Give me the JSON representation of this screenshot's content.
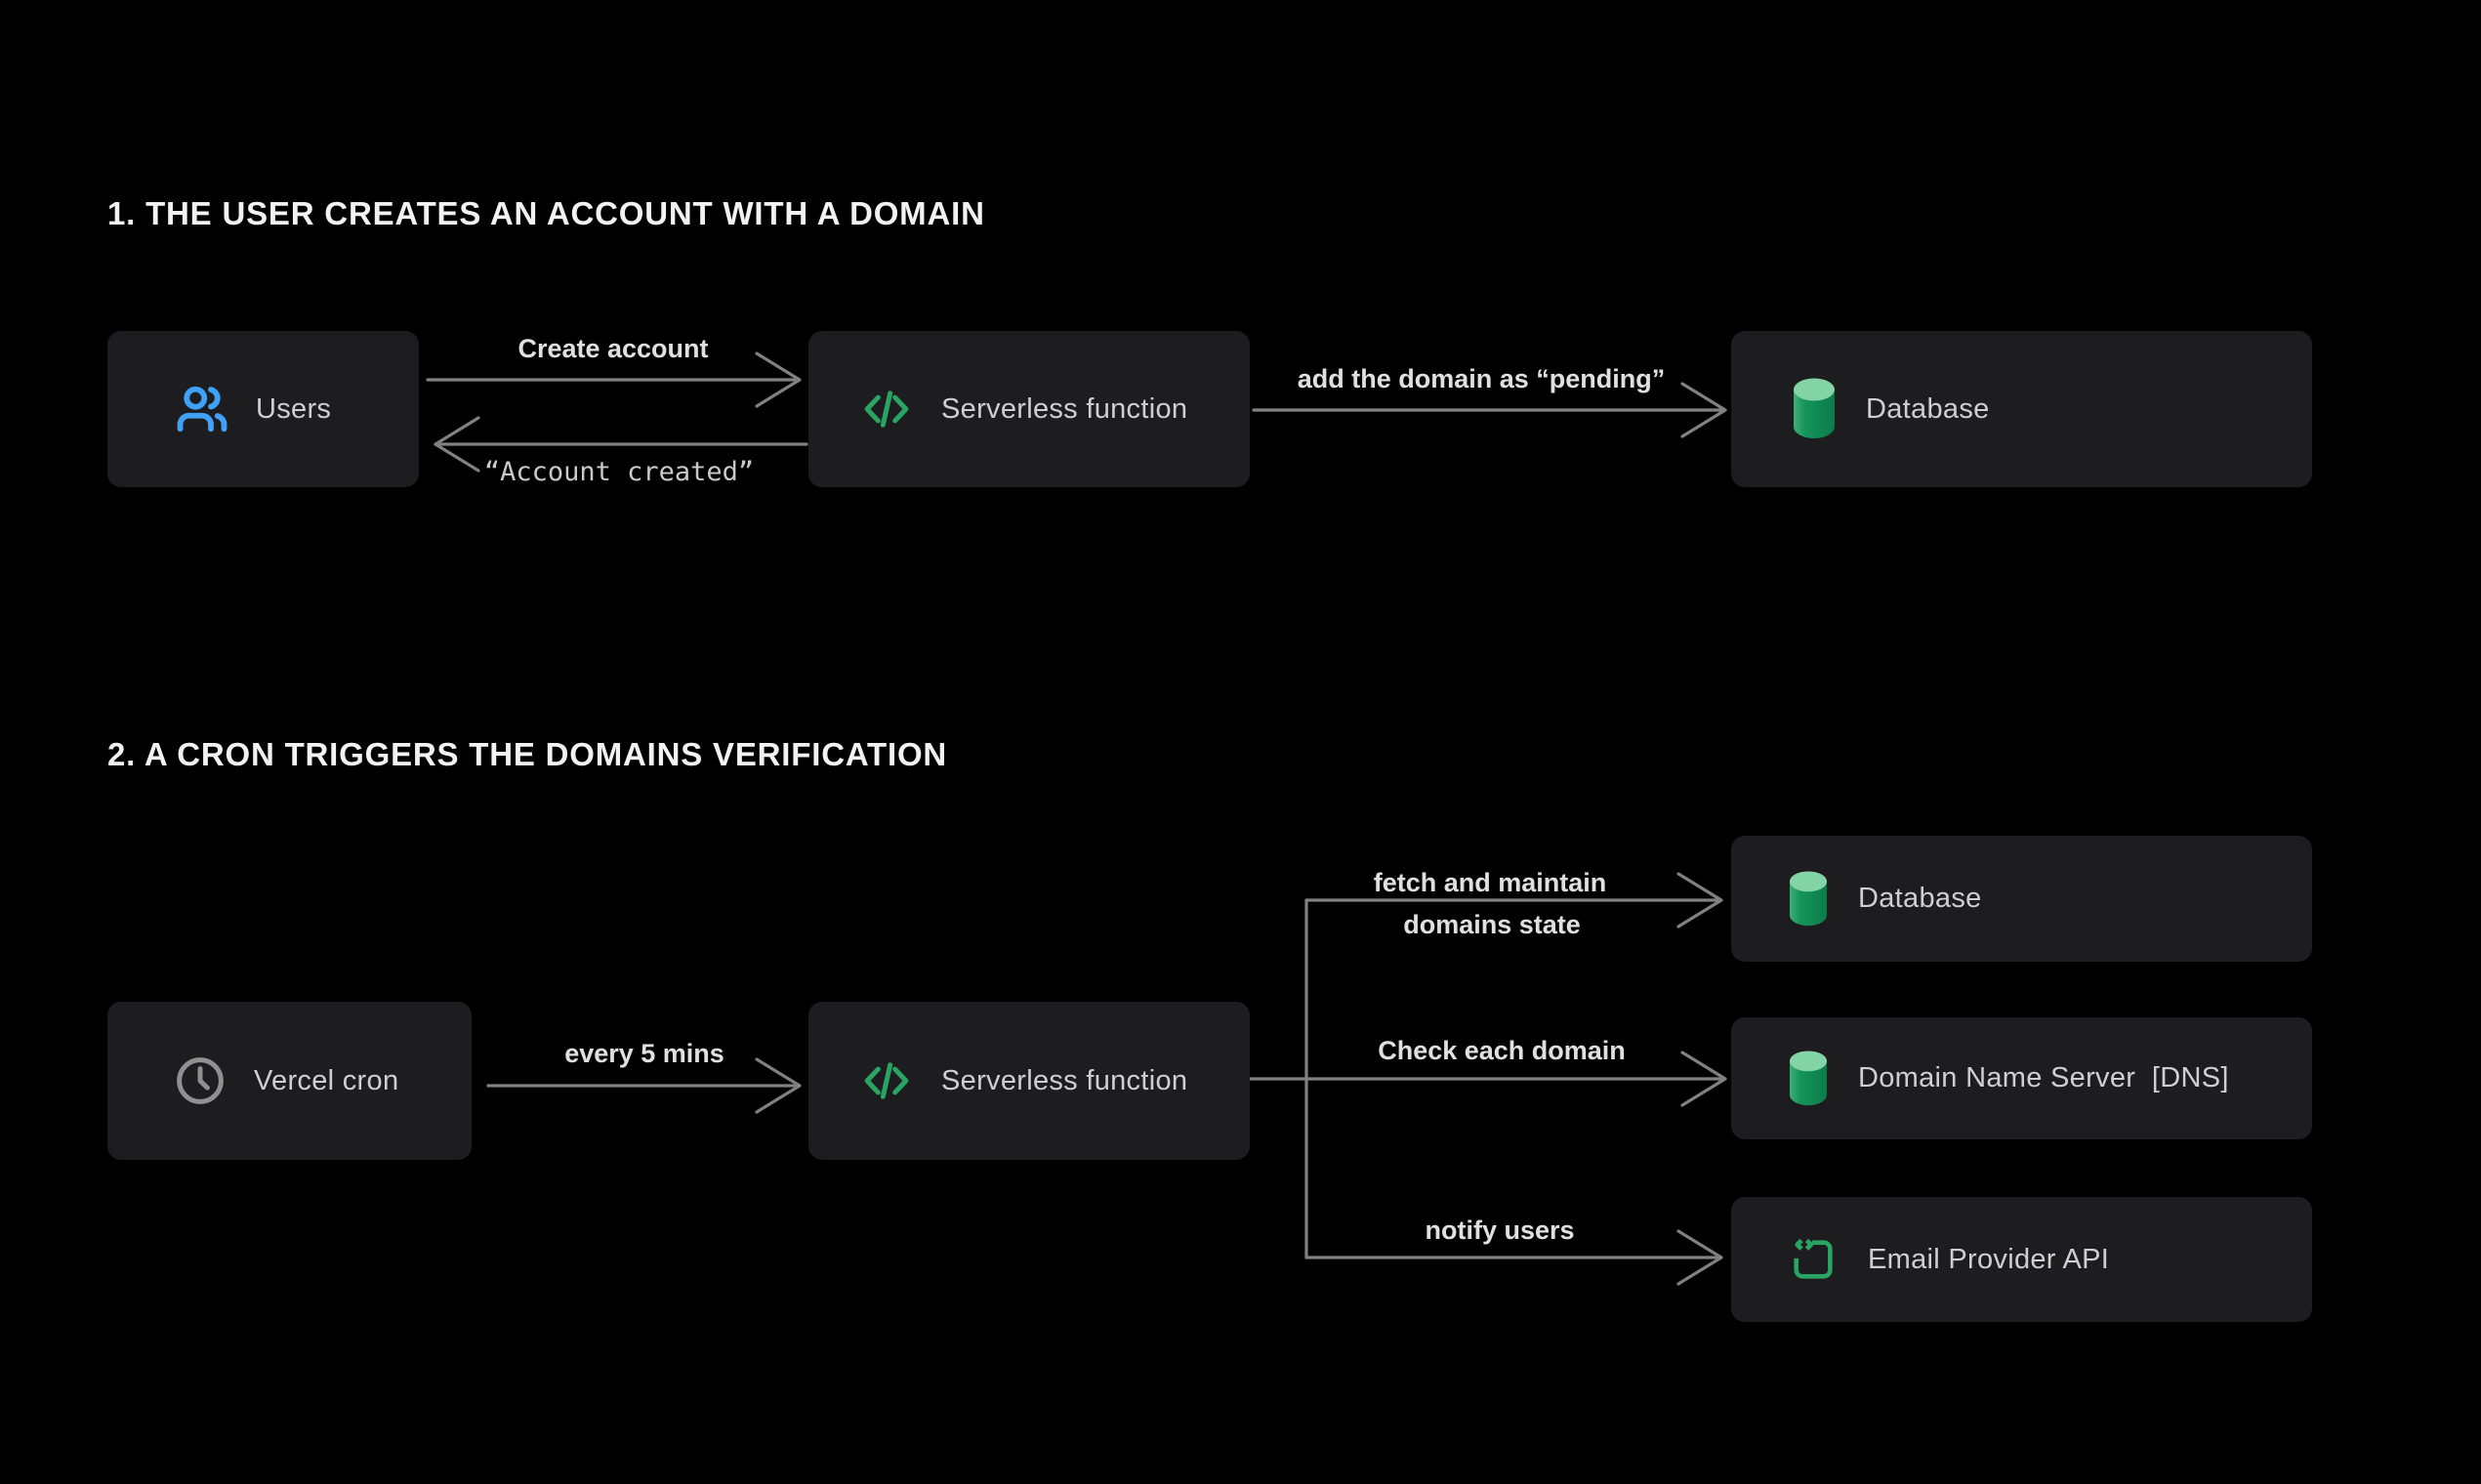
{
  "colors": {
    "background": "#000000",
    "box_fill": "#1d1d1f",
    "arrow_line": "#818181",
    "title_text": "#f2f2f2",
    "box_label_text": "#cfcfcf",
    "arrow_label_text": "#e0e0e0",
    "users_blue": "#3fa2f6",
    "code_green": "#2aa463",
    "database_top_green": "#84d5a5",
    "database_body_green": "#128550",
    "clock_gray": "#909090"
  },
  "section1": {
    "title": "1. THE USER CREATES AN ACCOUNT WITH A DOMAIN",
    "nodes": {
      "users": {
        "label": "Users",
        "icon": "users-icon"
      },
      "serverless": {
        "label": "Serverless function",
        "icon": "code-icon"
      },
      "database": {
        "label": "Database",
        "icon": "database-icon"
      }
    },
    "arrows": {
      "create_account": "Create account",
      "account_created": "“Account created”",
      "add_pending": "add the domain as “pending”"
    }
  },
  "section2": {
    "title": "2. A CRON TRIGGERS THE DOMAINS VERIFICATION",
    "nodes": {
      "vercel_cron": {
        "label": "Vercel cron",
        "icon": "clock-icon"
      },
      "serverless": {
        "label": "Serverless function",
        "icon": "code-icon"
      },
      "database": {
        "label": "Database",
        "icon": "database-icon"
      },
      "dns": {
        "label": "Domain Name Server  [DNS]",
        "icon": "database-icon"
      },
      "email": {
        "label": "Email Provider API",
        "icon": "code-box-icon"
      }
    },
    "arrows": {
      "every_5_mins": "every 5 mins",
      "fetch_line1": "fetch and maintain",
      "fetch_line2": "domains state",
      "check_domain": "Check each domain",
      "notify_users": "notify users"
    }
  }
}
